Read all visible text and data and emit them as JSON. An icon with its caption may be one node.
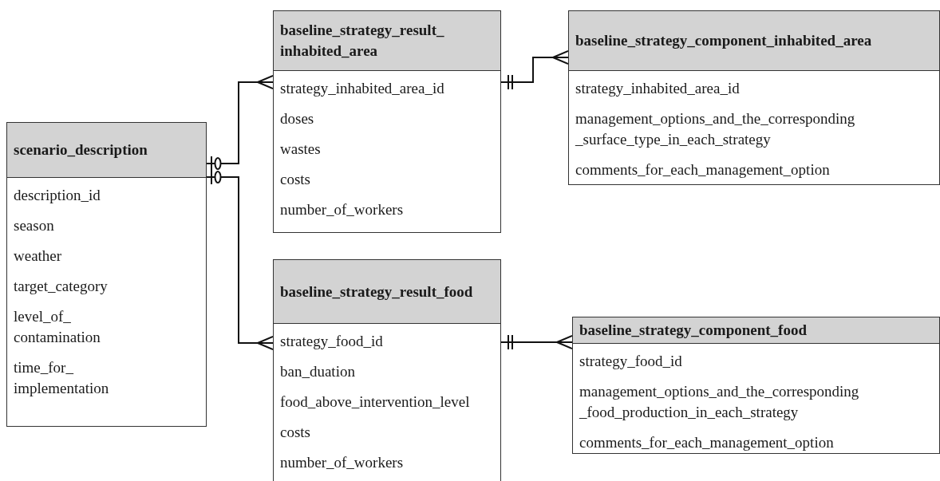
{
  "diagram": {
    "nodes": [
      {
        "text": [
          "scenario_description",
          "description_id",
          "season",
          "weather",
          "target_category",
          "level_of_ contamination",
          "time_for_ implementation"
        ]
      },
      {
        "text": [
          "baseline_strategy_result_ inhabited_area",
          "strategy_inhabited_area_id",
          "doses",
          "wastes",
          "costs",
          "number_of_workers"
        ]
      },
      {
        "text": [
          "baseline_strategy_component_inhabited_area",
          "strategy_inhabited_area_id",
          "management_options_and_the_corresponding _surface_type_in_each_strategy",
          "comments_for_each_management_option"
        ]
      },
      {
        "text": [
          "baseline_strategy_result_food",
          "strategy_food_id",
          "ban_duation",
          "food_above_intervention_level",
          "costs",
          "number_of_workers"
        ]
      },
      {
        "text": [
          "baseline_strategy_component_food",
          "strategy_food_id",
          "management_options_and_the_corresponding _food_production_in_each_strategy",
          "comments_for_each_management_option"
        ]
      }
    ],
    "edges": [
      {
        "from": 0,
        "to": 1,
        "arrow": "other"
      },
      {
        "from": 0,
        "to": 3,
        "arrow": "other"
      },
      {
        "from": 1,
        "to": 2,
        "arrow": "other"
      },
      {
        "from": 3,
        "to": 4,
        "arrow": "other"
      }
    ]
  }
}
